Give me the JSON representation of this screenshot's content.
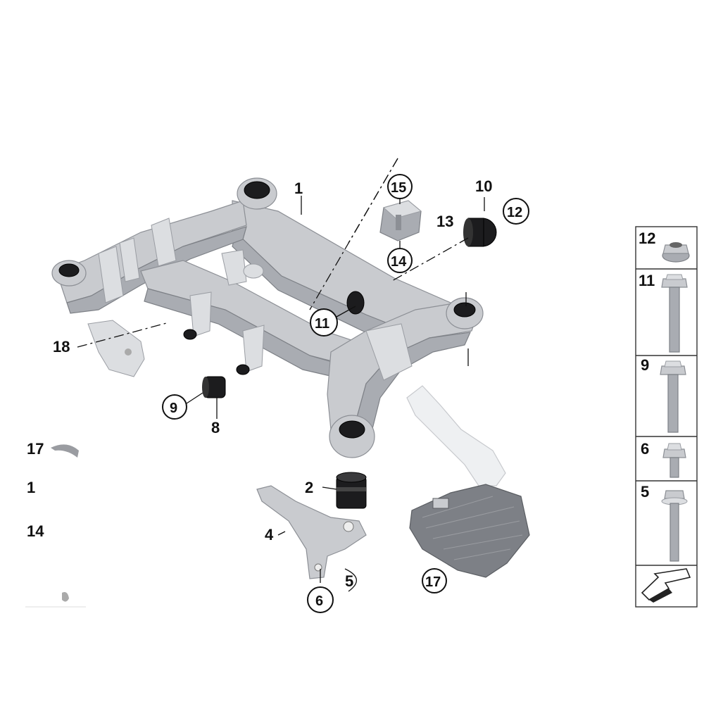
{
  "callouts": {
    "c1": "1",
    "c2": "2",
    "c4": "4",
    "c5": "5",
    "c6": "6",
    "c8": "8",
    "c9": "9",
    "c10": "10",
    "c11": "11",
    "c12": "12",
    "c13": "13",
    "c14": "14",
    "c15": "15",
    "c17": "17",
    "c18": "18"
  },
  "left_legend": {
    "row1": "17",
    "row2": "1",
    "row3": "14"
  },
  "right_legend": {
    "row1": "12",
    "row2": "11",
    "row3": "9",
    "row4": "6",
    "row5": "5"
  },
  "icons": {
    "footer": "direction-arrow-icon"
  }
}
